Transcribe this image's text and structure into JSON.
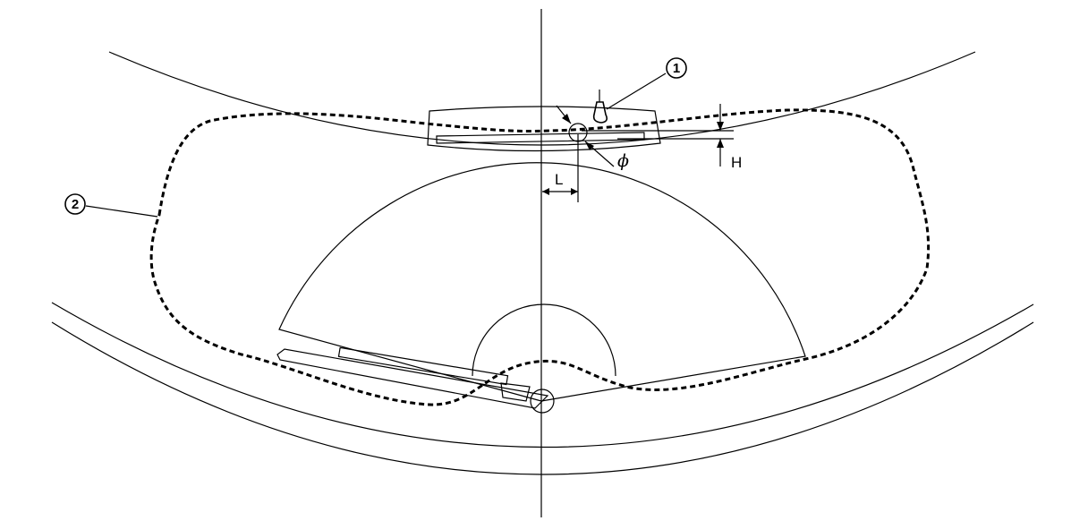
{
  "callouts": {
    "washer_nozzle": "1",
    "spray_area": "2"
  },
  "dimensions": {
    "height": "H",
    "lateral": "L",
    "diameter": "ϕ"
  }
}
